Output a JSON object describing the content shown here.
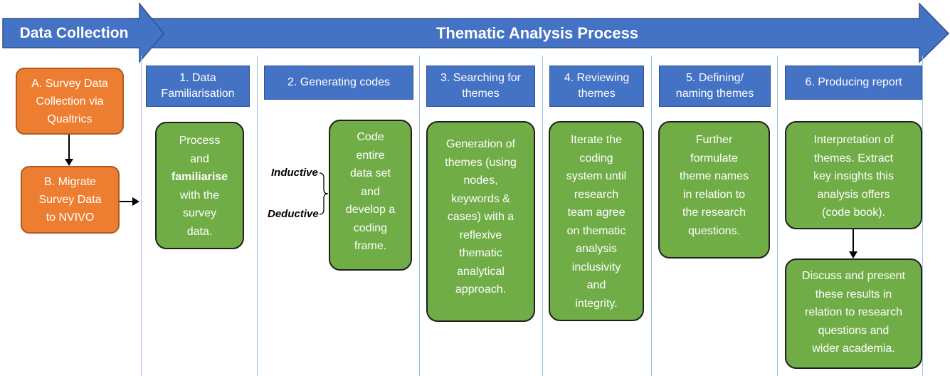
{
  "banner": {
    "data_collection": "Data Collection",
    "thematic_process": "Thematic Analysis Process"
  },
  "collection": {
    "a": "A. Survey Data\nCollection via\nQualtrics",
    "b": "B. Migrate\nSurvey Data\nto NVIVO"
  },
  "steps": [
    {
      "header": "1. Data\nFamiliarisation",
      "body_pre": "Process\nand\n",
      "body_bold": "familiarise",
      "body_post": "\nwith the\nsurvey\ndata."
    },
    {
      "header": "2. Generating codes",
      "body": "Code\nentire\ndata set\nand\ndevelop a\ncoding\nframe."
    },
    {
      "header": "3. Searching for\nthemes",
      "body": "Generation of\nthemes (using\nnodes,\nkeywords &\ncases) with a\nreflexive\nthematic\nanalytical\napproach."
    },
    {
      "header": "4. Reviewing\nthemes",
      "body": "Iterate the\ncoding\nsystem until\nresearch\nteam agree\non thematic\nanalysis\ninclusivity\nand\nintegrity."
    },
    {
      "header": "5. Defining/\nnaming themes",
      "body": "Further\nformulate\ntheme names\nin relation to\nthe research\nquestions."
    },
    {
      "header": "6. Producing report",
      "body": "Interpretation of\nthemes. Extract\nkey insights this\nanalysis offers\n(code book).",
      "body2": "Discuss and present\nthese results in\nrelation to research\nquestions and\nwider academia."
    }
  ],
  "coding_types": {
    "inductive": "Inductive",
    "deductive": "Deductive"
  },
  "colors": {
    "banner_blue": "#4472c4",
    "orange": "#ed7d31",
    "green": "#70ad47",
    "divider": "#9dc3e6"
  }
}
